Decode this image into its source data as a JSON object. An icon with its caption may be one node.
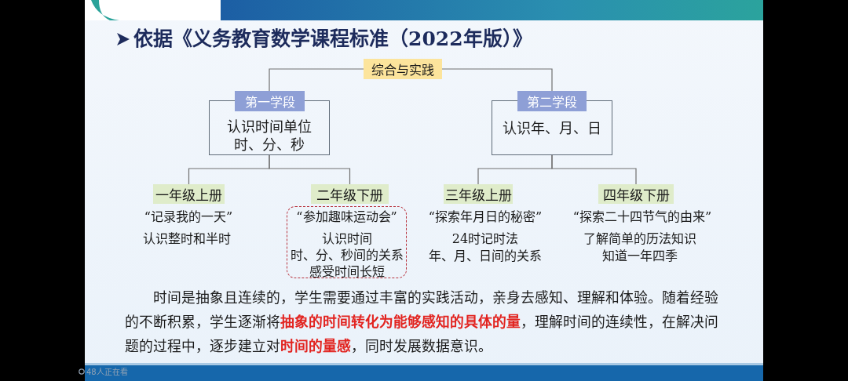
{
  "diagram": {
    "title": "依据《义务教育数学课程标准（2022年版）》",
    "nodes": [
      {
        "text": [
          "综合与实践"
        ]
      },
      {
        "text": [
          "第一学段",
          "认识时间单位时、分、秒"
        ]
      },
      {
        "text": [
          "第二学段",
          "认识年、月、日"
        ]
      },
      {
        "text": [
          "一年级上册"
        ],
        "beside": [
          "“记录我的一天”",
          "认识整时和半时"
        ]
      },
      {
        "text": [
          "二年级下册"
        ]
      },
      {
        "text": [
          "“参加趣味运动会”",
          "认识时间",
          "时、分、秒间的关系",
          "感受时间长短"
        ]
      },
      {
        "text": [
          "三年级上册"
        ],
        "beside": [
          "“探索年月日的秘密”",
          "24时记时法",
          "年、月、日间的关系"
        ]
      },
      {
        "text": [
          "四年级下册"
        ],
        "beside": [
          "“探索二十四节气的由来”",
          "了解简单的历法知识",
          "知道一年四季"
        ]
      }
    ],
    "edges": [
      {
        "from": 0,
        "to": 1,
        "arrow": "none"
      },
      {
        "from": 0,
        "to": 2,
        "arrow": "none"
      },
      {
        "from": 1,
        "to": 3,
        "arrow": "none"
      },
      {
        "from": 1,
        "to": 4,
        "arrow": "none"
      },
      {
        "from": 2,
        "to": 6,
        "arrow": "none"
      },
      {
        "from": 2,
        "to": 7,
        "arrow": "none"
      }
    ],
    "labels": [
      "时间是抽象且连续的，学生需要通过丰富的实践活动，亲身去感知、理解和体验。随着经验的不断积累，学生逐渐将**抽象的时间转化为能够感知的具体的量**，理解时间的连续性，在解决问题的过程中，逐步建立对**时间的量感**，同时发展数据意识。",
      "48人正在看"
    ]
  }
}
